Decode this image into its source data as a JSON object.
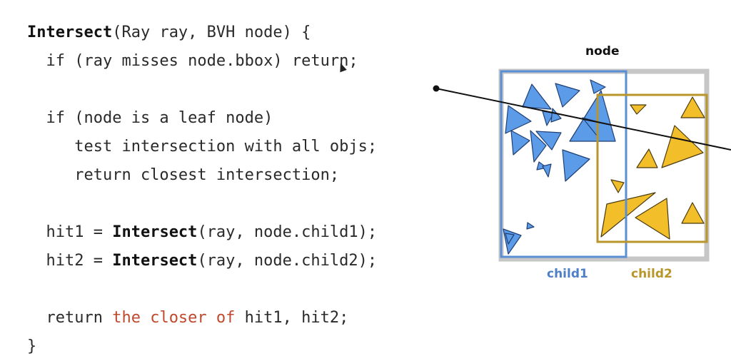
{
  "code": {
    "l1_fn": "Intersect",
    "l1_rest": "(Ray ray, BVH node) {",
    "l2": "  if (ray misses node.bbox) return;",
    "l3": "",
    "l4": "  if (node is a leaf node)",
    "l5": "     test intersection with all objs;",
    "l6": "     return closest intersection;",
    "l7": "",
    "l8_pre": "  hit1 = ",
    "l8_fn": "Intersect",
    "l8_post": "(ray, node.child1);",
    "l9_pre": "  hit2 = ",
    "l9_fn": "Intersect",
    "l9_post": "(ray, node.child2);",
    "l10": "",
    "l11_pre": "  return ",
    "l11_hl": "the closer of",
    "l11_post": " hit1, hit2;",
    "l12": "}"
  },
  "labels": {
    "node": "node",
    "child1": "child1",
    "child2": "child2"
  },
  "colors": {
    "node_box": "#c6c6c6",
    "child1_box": "#5b8fd4",
    "child1_fill": "#5b9be8",
    "child2_box": "#b8962a",
    "child2_fill": "#f2be2a",
    "highlight_text": "#c0492d",
    "ray": "#111111"
  }
}
